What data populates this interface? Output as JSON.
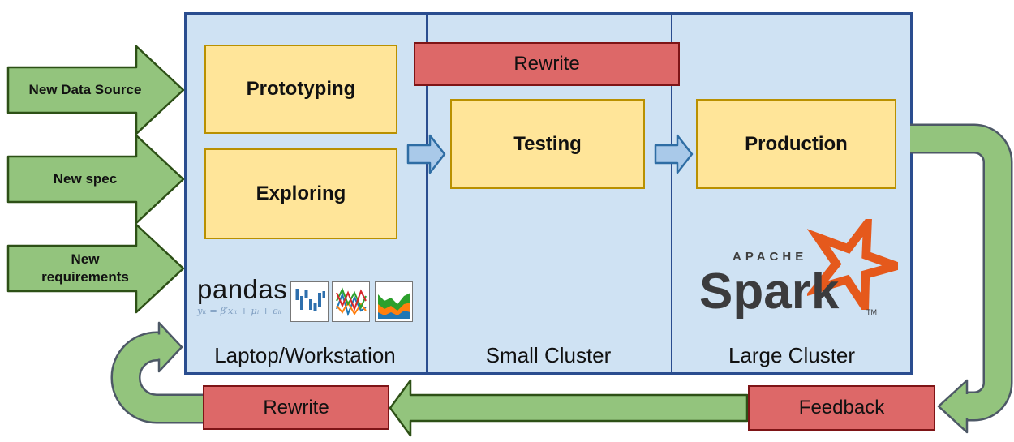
{
  "inputs": [
    {
      "label": "New Data Source"
    },
    {
      "label": "New spec"
    },
    {
      "label": "New requirements"
    }
  ],
  "pipeline": {
    "rewrite_banner": {
      "label": "Rewrite"
    },
    "stages": [
      {
        "environment": "Laptop/Workstation",
        "boxes": [
          {
            "label": "Prototyping"
          },
          {
            "label": "Exploring"
          }
        ]
      },
      {
        "environment": "Small Cluster",
        "boxes": [
          {
            "label": "Testing"
          }
        ]
      },
      {
        "environment": "Large Cluster",
        "boxes": [
          {
            "label": "Production"
          }
        ]
      }
    ]
  },
  "feedback_loop": {
    "rewrite": {
      "label": "Rewrite"
    },
    "feedback": {
      "label": "Feedback"
    }
  },
  "logos": {
    "pandas": {
      "wordmark": "pandas",
      "formula": "yᵢₜ = β′xᵢₜ + μᵢ + ϵᵢₜ"
    },
    "chart_icons": [
      {
        "icon": "bar-chart-icon"
      },
      {
        "icon": "line-chart-icon"
      },
      {
        "icon": "area-chart-icon"
      }
    ],
    "spark": {
      "top": "APACHE",
      "wordmark": "Spark",
      "tm": "TM",
      "star": "spark-star-icon"
    }
  },
  "colors": {
    "container_fill": "#cfe2f3",
    "container_border": "#2a4d8f",
    "stage_box_fill": "#ffe599",
    "stage_box_border": "#b99000",
    "rewrite_fill": "#dd6868",
    "rewrite_border": "#7e1416",
    "arrow_green_fill": "#93c47d",
    "arrow_green_border": "#2d5016",
    "loop_outline": "#4d5866",
    "flow_arrow_fill": "#a9c9e9",
    "flow_arrow_border": "#2e6da4",
    "spark_orange": "#e5591c"
  }
}
